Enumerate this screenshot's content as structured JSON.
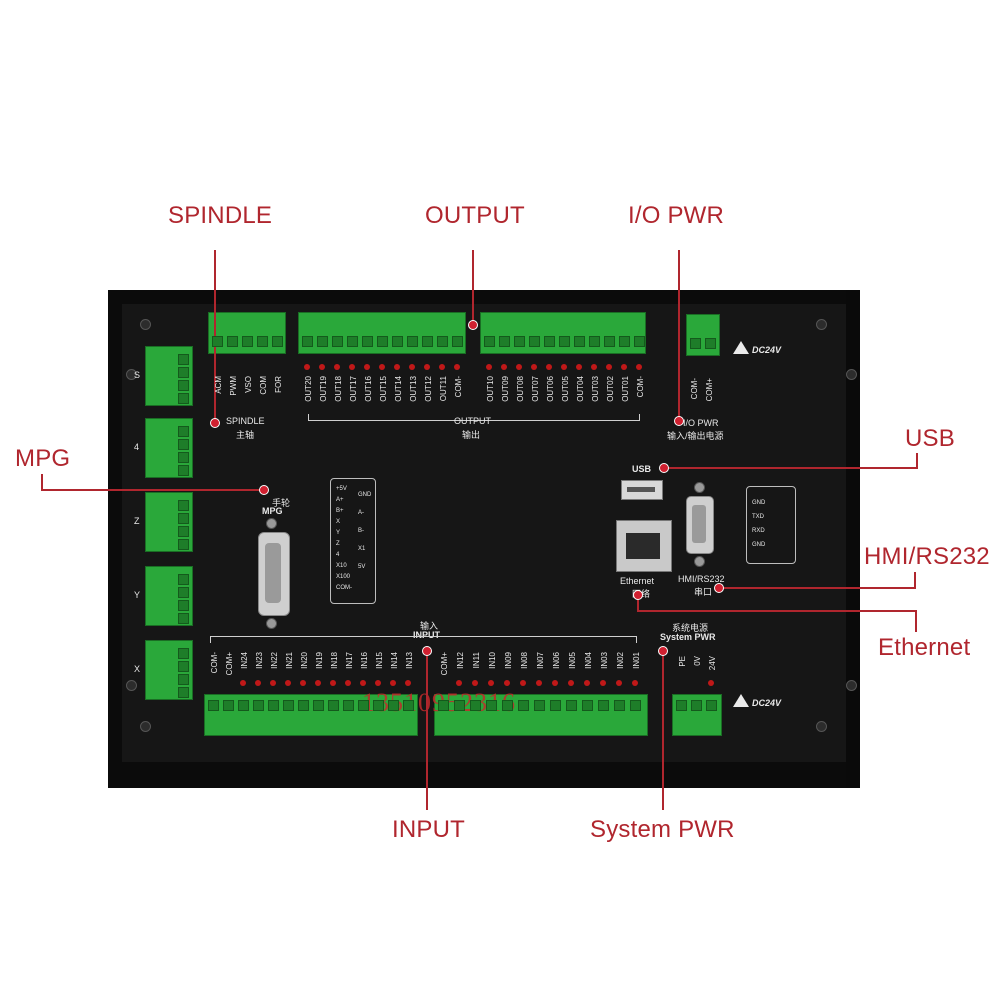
{
  "callouts": {
    "spindle": "SPINDLE",
    "output": "OUTPUT",
    "io_pwr": "I/O PWR",
    "mpg": "MPG",
    "usb": "USB",
    "hmi_rs232": "HMI/RS232",
    "ethernet": "Ethernet",
    "input": "INPUT",
    "system_pwr": "System PWR"
  },
  "panel": {
    "dc24v_top": "DC24V",
    "dc24v_bottom": "DC24V",
    "spindle_label": "SPINDLE",
    "spindle_cn": "主轴",
    "spindle_pins": [
      "ACM",
      "PWM",
      "VSO",
      "COM",
      "FOR"
    ],
    "output_label": "OUTPUT",
    "output_cn": "输出",
    "output_pins_left": [
      "OUT20",
      "OUT19",
      "OUT18",
      "OUT17",
      "OUT16",
      "OUT15",
      "OUT14",
      "OUT13",
      "OUT12",
      "OUT11",
      "COM-"
    ],
    "output_pins_right": [
      "OUT10",
      "OUT09",
      "OUT08",
      "OUT07",
      "OUT06",
      "OUT05",
      "OUT04",
      "OUT03",
      "OUT02",
      "OUT01",
      "COM-"
    ],
    "io_pwr_label": "I/O PWR",
    "io_pwr_cn": "输入/输出电源",
    "io_pwr_pins": [
      "COM-",
      "COM+"
    ],
    "mpg_cn": "手轮",
    "mpg_label": "MPG",
    "usb_label": "USB",
    "ethernet_label": "Ethernet",
    "ethernet_cn": "网络",
    "hmi_label": "HMI/RS232",
    "hmi_cn": "串口",
    "input_cn": "输入",
    "input_label": "INPUT",
    "input_pins_left": [
      "COM-",
      "COM+",
      "IN24",
      "IN23",
      "IN22",
      "IN21",
      "IN20",
      "IN19",
      "IN18",
      "IN17",
      "IN16",
      "IN15",
      "IN14",
      "IN13"
    ],
    "input_pins_right": [
      "COM+",
      "IN12",
      "IN11",
      "IN10",
      "IN09",
      "IN08",
      "IN07",
      "IN06",
      "IN05",
      "IN04",
      "IN03",
      "IN02",
      "IN01"
    ],
    "system_pwr_cn": "系统电源",
    "system_pwr_label": "System PWR",
    "system_pwr_pins": [
      "PE",
      "0V",
      "24V"
    ],
    "axis_groups": [
      "S",
      "4",
      "Z",
      "Y",
      "X"
    ],
    "mpg_pinout": [
      "+5V",
      "A+",
      "B+",
      "X",
      "Y",
      "Z",
      "4",
      "X10",
      "X100",
      "COM-",
      "GND",
      "A-",
      "B-",
      "X1",
      "5V"
    ],
    "rs232_pinout": [
      "GND",
      "TXD",
      "RXD",
      "GND"
    ],
    "watermark": "13510952316"
  }
}
